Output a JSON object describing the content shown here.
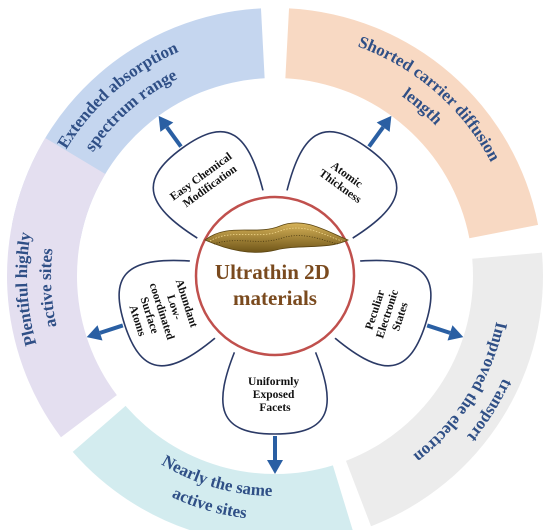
{
  "diagram": {
    "center": {
      "lines": [
        "Ultrathin 2D",
        "materials"
      ],
      "ring_color": "#c0504d",
      "text_color": "#7a4a1e"
    },
    "outer_segments": [
      {
        "id": "extended-absorption",
        "lines": [
          "Extended absorption",
          "spectrum range"
        ],
        "color": "#c5d6ef"
      },
      {
        "id": "shorted-carrier",
        "lines": [
          "Shorted carrier diffusion",
          "length"
        ],
        "color": "#f8d9c3"
      },
      {
        "id": "improved-electron",
        "lines": [
          "Improved the electron",
          "transport"
        ],
        "color": "#ececec"
      },
      {
        "id": "nearly-same",
        "lines": [
          "Nearly the same",
          "active sites"
        ],
        "color": "#d3ecef"
      },
      {
        "id": "plentiful-active",
        "lines": [
          "Plentiful highly",
          "active sites"
        ],
        "color": "#e4dff0"
      }
    ],
    "petals": [
      {
        "id": "easy-chemical",
        "lines": [
          "Easy Chemical",
          "Modification"
        ]
      },
      {
        "id": "atomic-thickness",
        "lines": [
          "Atomic",
          "Thickness"
        ]
      },
      {
        "id": "peculiar-electronic",
        "lines": [
          "Peculiar",
          "Electronic",
          "States"
        ]
      },
      {
        "id": "uniformly-exposed",
        "lines": [
          "Uniformly",
          "Exposed",
          "Facets"
        ]
      },
      {
        "id": "abundant-low",
        "lines": [
          "Abundant",
          "Low-",
          "coordinated",
          "Surface",
          "Atoms"
        ]
      }
    ],
    "arrow_color": "#2a5fa3",
    "petal_stroke": "#2b3a66"
  }
}
